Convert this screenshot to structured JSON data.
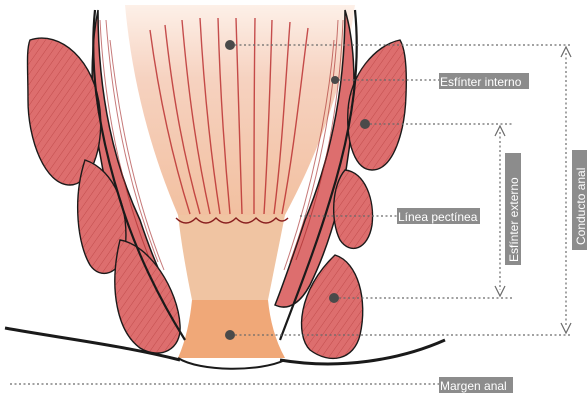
{
  "labels": {
    "internal_sphincter": "Esfínter interno",
    "pectinate_line": "Línea pectínea",
    "anal_margin": "Margen anal",
    "external_sphincter": "Esfínter externo",
    "anal_canal": "Conducto anal"
  },
  "colors": {
    "muscle": "#dd6e6e",
    "muscle_dark": "#a02020",
    "mucosa": "#f2c0a8",
    "mucosa_light": "#fbe3d6",
    "anoderm": "#f0b890",
    "label_bg": "#8c8c8c",
    "leader": "#6a6a6a",
    "outline": "#1a1a1a"
  }
}
